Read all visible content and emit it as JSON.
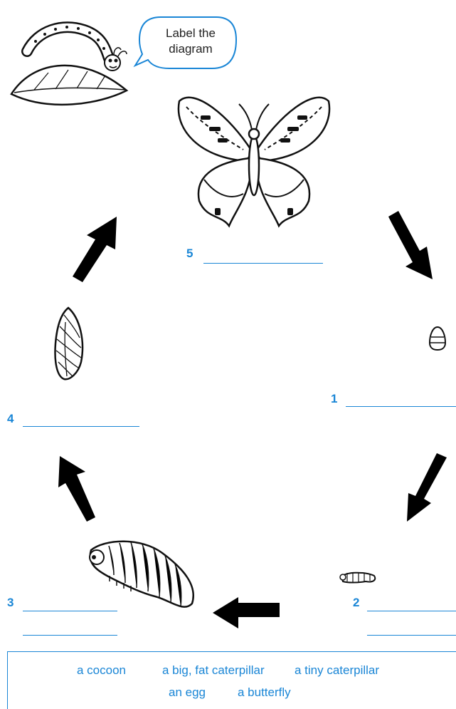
{
  "bubble": {
    "line1": "Label the",
    "line2": "diagram"
  },
  "stages": [
    {
      "number": "1",
      "answer": ""
    },
    {
      "number": "2",
      "answer": ""
    },
    {
      "number": "3",
      "answer": ""
    },
    {
      "number": "4",
      "answer": ""
    },
    {
      "number": "5",
      "answer": ""
    }
  ],
  "word_bank": {
    "row1": [
      "a cocoon",
      "a big, fat caterpillar",
      "a tiny caterpillar"
    ],
    "row2": [
      "an egg",
      "a butterfly"
    ]
  },
  "colors": {
    "accent": "#1a86d6",
    "ink": "#111111"
  }
}
